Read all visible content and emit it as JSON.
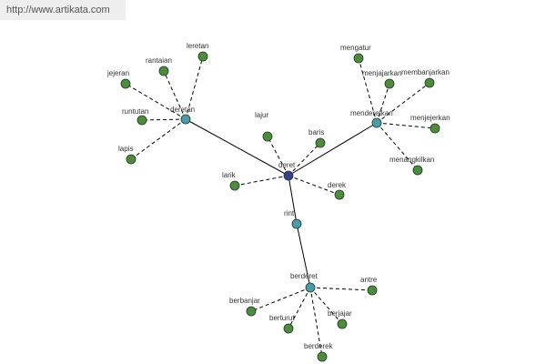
{
  "watermark": {
    "url": "http://www.artikata.com"
  },
  "colors": {
    "center": "#3a3f8f",
    "hub": "#4d9aa8",
    "leaf": "#4e8b3e",
    "edge": "#000000"
  },
  "graph": {
    "center": "deret",
    "hubs": [
      "deretan",
      "menderetkan",
      "rint",
      "berderet"
    ],
    "leaves": [
      "lajur",
      "baris",
      "larik",
      "derek",
      "leretan",
      "rantaian",
      "jejeran",
      "runtutan",
      "lapis",
      "mengatur",
      "menjajarkan",
      "membanjarkan",
      "menjejerkan",
      "menangkilkan",
      "antre",
      "berbanjar",
      "berturut",
      "berjajar",
      "berderek"
    ]
  }
}
